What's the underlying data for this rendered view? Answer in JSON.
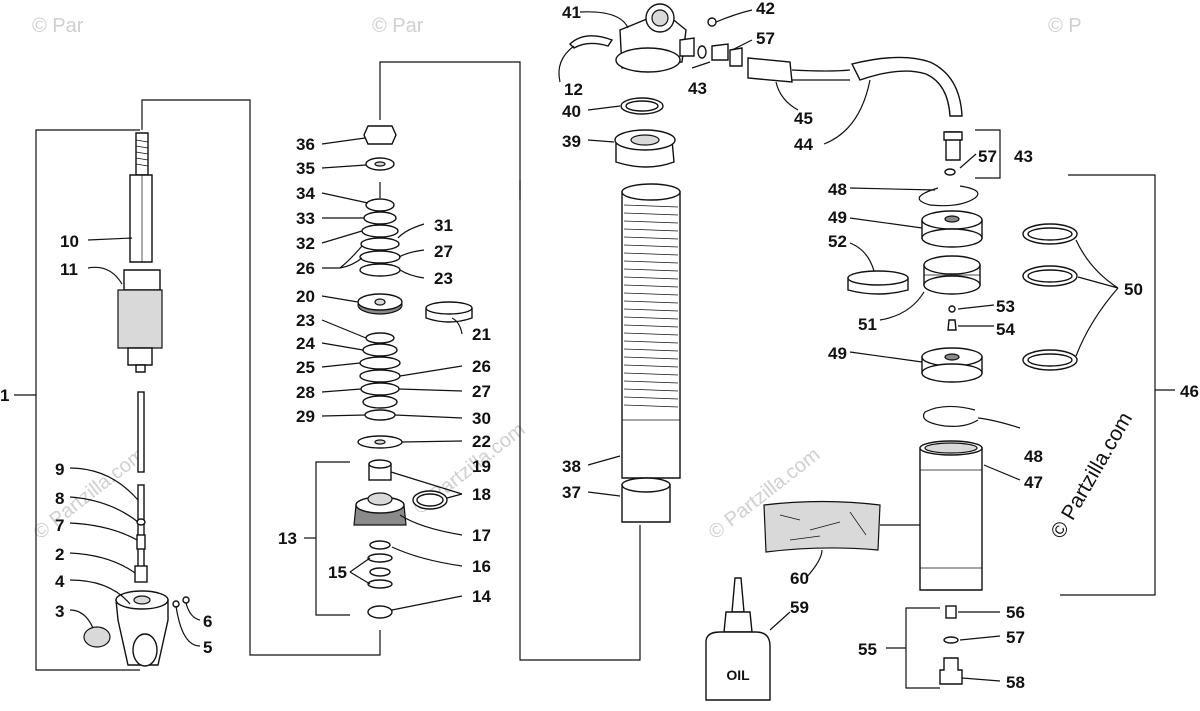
{
  "watermarks": {
    "small": "© Partzilla.com",
    "corner": "© Par",
    "corner_right": "© P",
    "main": "© Partzilla.com"
  },
  "bottle_label": "OIL",
  "callouts": {
    "p1": "1",
    "p2": "2",
    "p3": "3",
    "p4": "4",
    "p5": "5",
    "p6": "6",
    "p7": "7",
    "p8": "8",
    "p9": "9",
    "p10": "10",
    "p11": "11",
    "p12": "12",
    "p13": "13",
    "p14": "14",
    "p15": "15",
    "p16": "16",
    "p17": "17",
    "p18": "18",
    "p19": "19",
    "p20": "20",
    "p21": "21",
    "p22": "22",
    "p23a": "23",
    "p23b": "23",
    "p24": "24",
    "p25": "25",
    "p26a": "26",
    "p26b": "26",
    "p27a": "27",
    "p27b": "27",
    "p28": "28",
    "p29": "29",
    "p30": "30",
    "p31": "31",
    "p32": "32",
    "p33": "33",
    "p34": "34",
    "p35": "35",
    "p36": "36",
    "p37": "37",
    "p38": "38",
    "p39": "39",
    "p40": "40",
    "p41": "41",
    "p42": "42",
    "p43a": "43",
    "p43b": "43",
    "p44": "44",
    "p45": "45",
    "p46": "46",
    "p47": "47",
    "p48a": "48",
    "p48b": "48",
    "p49a": "49",
    "p49b": "49",
    "p50": "50",
    "p51": "51",
    "p52": "52",
    "p53": "53",
    "p54": "54",
    "p55": "55",
    "p56": "56",
    "p57a": "57",
    "p57b": "57",
    "p57c": "57",
    "p58": "58",
    "p59": "59",
    "p60": "60"
  }
}
